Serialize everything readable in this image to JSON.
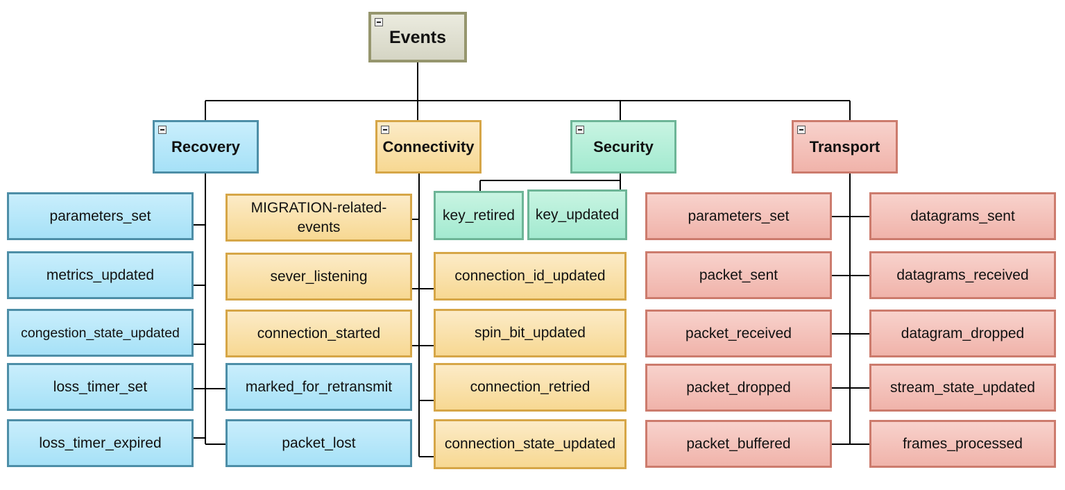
{
  "root": {
    "label": "Events",
    "collapse_icon": "minus-box-icon"
  },
  "categories": [
    {
      "key": "recovery",
      "label": "Recovery",
      "color": "#a6e1f7",
      "border": "#4d8ea7"
    },
    {
      "key": "connectivity",
      "label": "Connectivity",
      "color": "#f7d892",
      "border": "#d6a647"
    },
    {
      "key": "security",
      "label": "Security",
      "color": "#a3ead0",
      "border": "#6db597"
    },
    {
      "key": "transport",
      "label": "Transport",
      "color": "#f0b3aa",
      "border": "#cc7b6d"
    }
  ],
  "recovery": {
    "events": [
      "parameters_set",
      "metrics_updated",
      "congestion_state_updated",
      "loss_timer_set",
      "loss_timer_expired"
    ],
    "related": [
      "marked_for_retransmit",
      "packet_lost"
    ]
  },
  "connectivity": {
    "events": [
      "MIGRATION-related-events",
      "sever_listening",
      "connection_started"
    ],
    "related": [
      "connection_id_updated",
      "spin_bit_updated",
      "connection_retried",
      "connection_state_updated"
    ]
  },
  "security": {
    "events": [
      "key_retired",
      "key_updated"
    ]
  },
  "transport": {
    "left": [
      "parameters_set",
      "packet_sent",
      "packet_received",
      "packet_dropped",
      "packet_buffered"
    ],
    "right": [
      "datagrams_sent",
      "datagrams_received",
      "datagram_dropped",
      "stream_state_updated",
      "frames_processed"
    ]
  }
}
